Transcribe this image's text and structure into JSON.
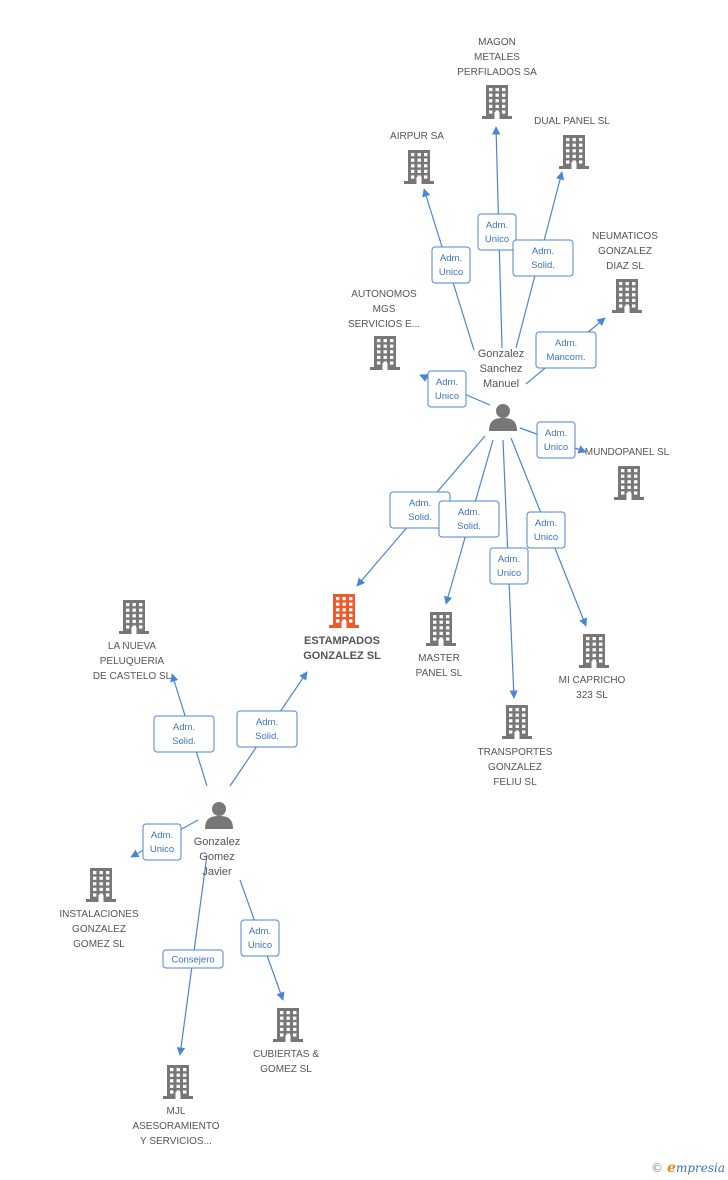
{
  "colors": {
    "edge": "#4a86d8",
    "company": "#777777",
    "company_main": "#f05a2a",
    "person": "#777777",
    "label_text": "#555555",
    "edge_label_text": "#3b74c4"
  },
  "companies": [
    {
      "id": "magon",
      "label": [
        "MAGON",
        "METALES",
        "PERFILADOS SA"
      ],
      "main": false
    },
    {
      "id": "airpur",
      "label": [
        "AIRPUR SA"
      ],
      "main": false
    },
    {
      "id": "dual",
      "label": [
        "DUAL PANEL SL"
      ],
      "main": false
    },
    {
      "id": "neumaticos",
      "label": [
        "NEUMATICOS",
        "GONZALEZ",
        "DIAZ  SL"
      ],
      "main": false
    },
    {
      "id": "autonomos",
      "label": [
        "AUTONOMOS",
        "MGS",
        "SERVICIOS E..."
      ],
      "main": false
    },
    {
      "id": "mundopanel",
      "label": [
        "MUNDOPANEL SL"
      ],
      "main": false
    },
    {
      "id": "estampados",
      "label": [
        "ESTAMPADOS",
        "GONZALEZ SL"
      ],
      "main": true
    },
    {
      "id": "master",
      "label": [
        "MASTER",
        "PANEL SL"
      ],
      "main": false
    },
    {
      "id": "micapricho",
      "label": [
        "MI CAPRICHO",
        "323  SL"
      ],
      "main": false
    },
    {
      "id": "transportes",
      "label": [
        "TRANSPORTES",
        "GONZALEZ",
        "FELIU SL"
      ],
      "main": false
    },
    {
      "id": "peluqueria",
      "label": [
        "LA NUEVA",
        "PELUQUERIA",
        "DE CASTELO SL"
      ],
      "main": false
    },
    {
      "id": "instalaciones",
      "label": [
        "INSTALACIONES",
        "GONZALEZ",
        "GOMEZ SL"
      ],
      "main": false
    },
    {
      "id": "cubiertas",
      "label": [
        "CUBIERTAS &",
        "GOMEZ  SL"
      ],
      "main": false
    },
    {
      "id": "mjl",
      "label": [
        "MJL",
        "ASESORAMIENTO",
        "Y SERVICIOS..."
      ],
      "main": false
    }
  ],
  "persons": [
    {
      "id": "gsm",
      "label": [
        "Gonzalez",
        "Sanchez",
        "Manuel"
      ]
    },
    {
      "id": "ggj",
      "label": [
        "Gonzalez",
        "Gomez",
        "Javier"
      ]
    }
  ],
  "edges": [
    {
      "from": "gsm",
      "to": "airpur",
      "label": [
        "Adm.",
        "Unico"
      ]
    },
    {
      "from": "gsm",
      "to": "magon",
      "label": [
        "Adm.",
        "Unico"
      ]
    },
    {
      "from": "gsm",
      "to": "dual",
      "label": [
        "Adm.",
        "Solid."
      ]
    },
    {
      "from": "gsm",
      "to": "neumaticos",
      "label": [
        "Adm.",
        "Mancom."
      ]
    },
    {
      "from": "gsm",
      "to": "autonomos",
      "label": [
        "Adm.",
        "Unico"
      ]
    },
    {
      "from": "gsm",
      "to": "mundopanel",
      "label": [
        "Adm.",
        "Unico"
      ]
    },
    {
      "from": "gsm",
      "to": "estampados",
      "label": [
        "Adm.",
        "Solid."
      ]
    },
    {
      "from": "gsm",
      "to": "master",
      "label": [
        "Adm.",
        "Solid."
      ]
    },
    {
      "from": "gsm",
      "to": "transportes",
      "label": [
        "Adm.",
        "Unico"
      ]
    },
    {
      "from": "gsm",
      "to": "micapricho",
      "label": [
        "Adm.",
        "Unico"
      ]
    },
    {
      "from": "ggj",
      "to": "peluqueria",
      "label": [
        "Adm.",
        "Solid."
      ]
    },
    {
      "from": "ggj",
      "to": "estampados",
      "label": [
        "Adm.",
        "Solid."
      ]
    },
    {
      "from": "ggj",
      "to": "instalaciones",
      "label": [
        "Adm.",
        "Unico"
      ]
    },
    {
      "from": "ggj",
      "to": "mjl",
      "label": [
        "Consejero"
      ]
    },
    {
      "from": "ggj",
      "to": "cubiertas",
      "label": [
        "Adm.",
        "Unico"
      ]
    }
  ],
  "footer": {
    "copyright": "©",
    "brand_initial": "e",
    "brand_rest": "mpresia"
  }
}
